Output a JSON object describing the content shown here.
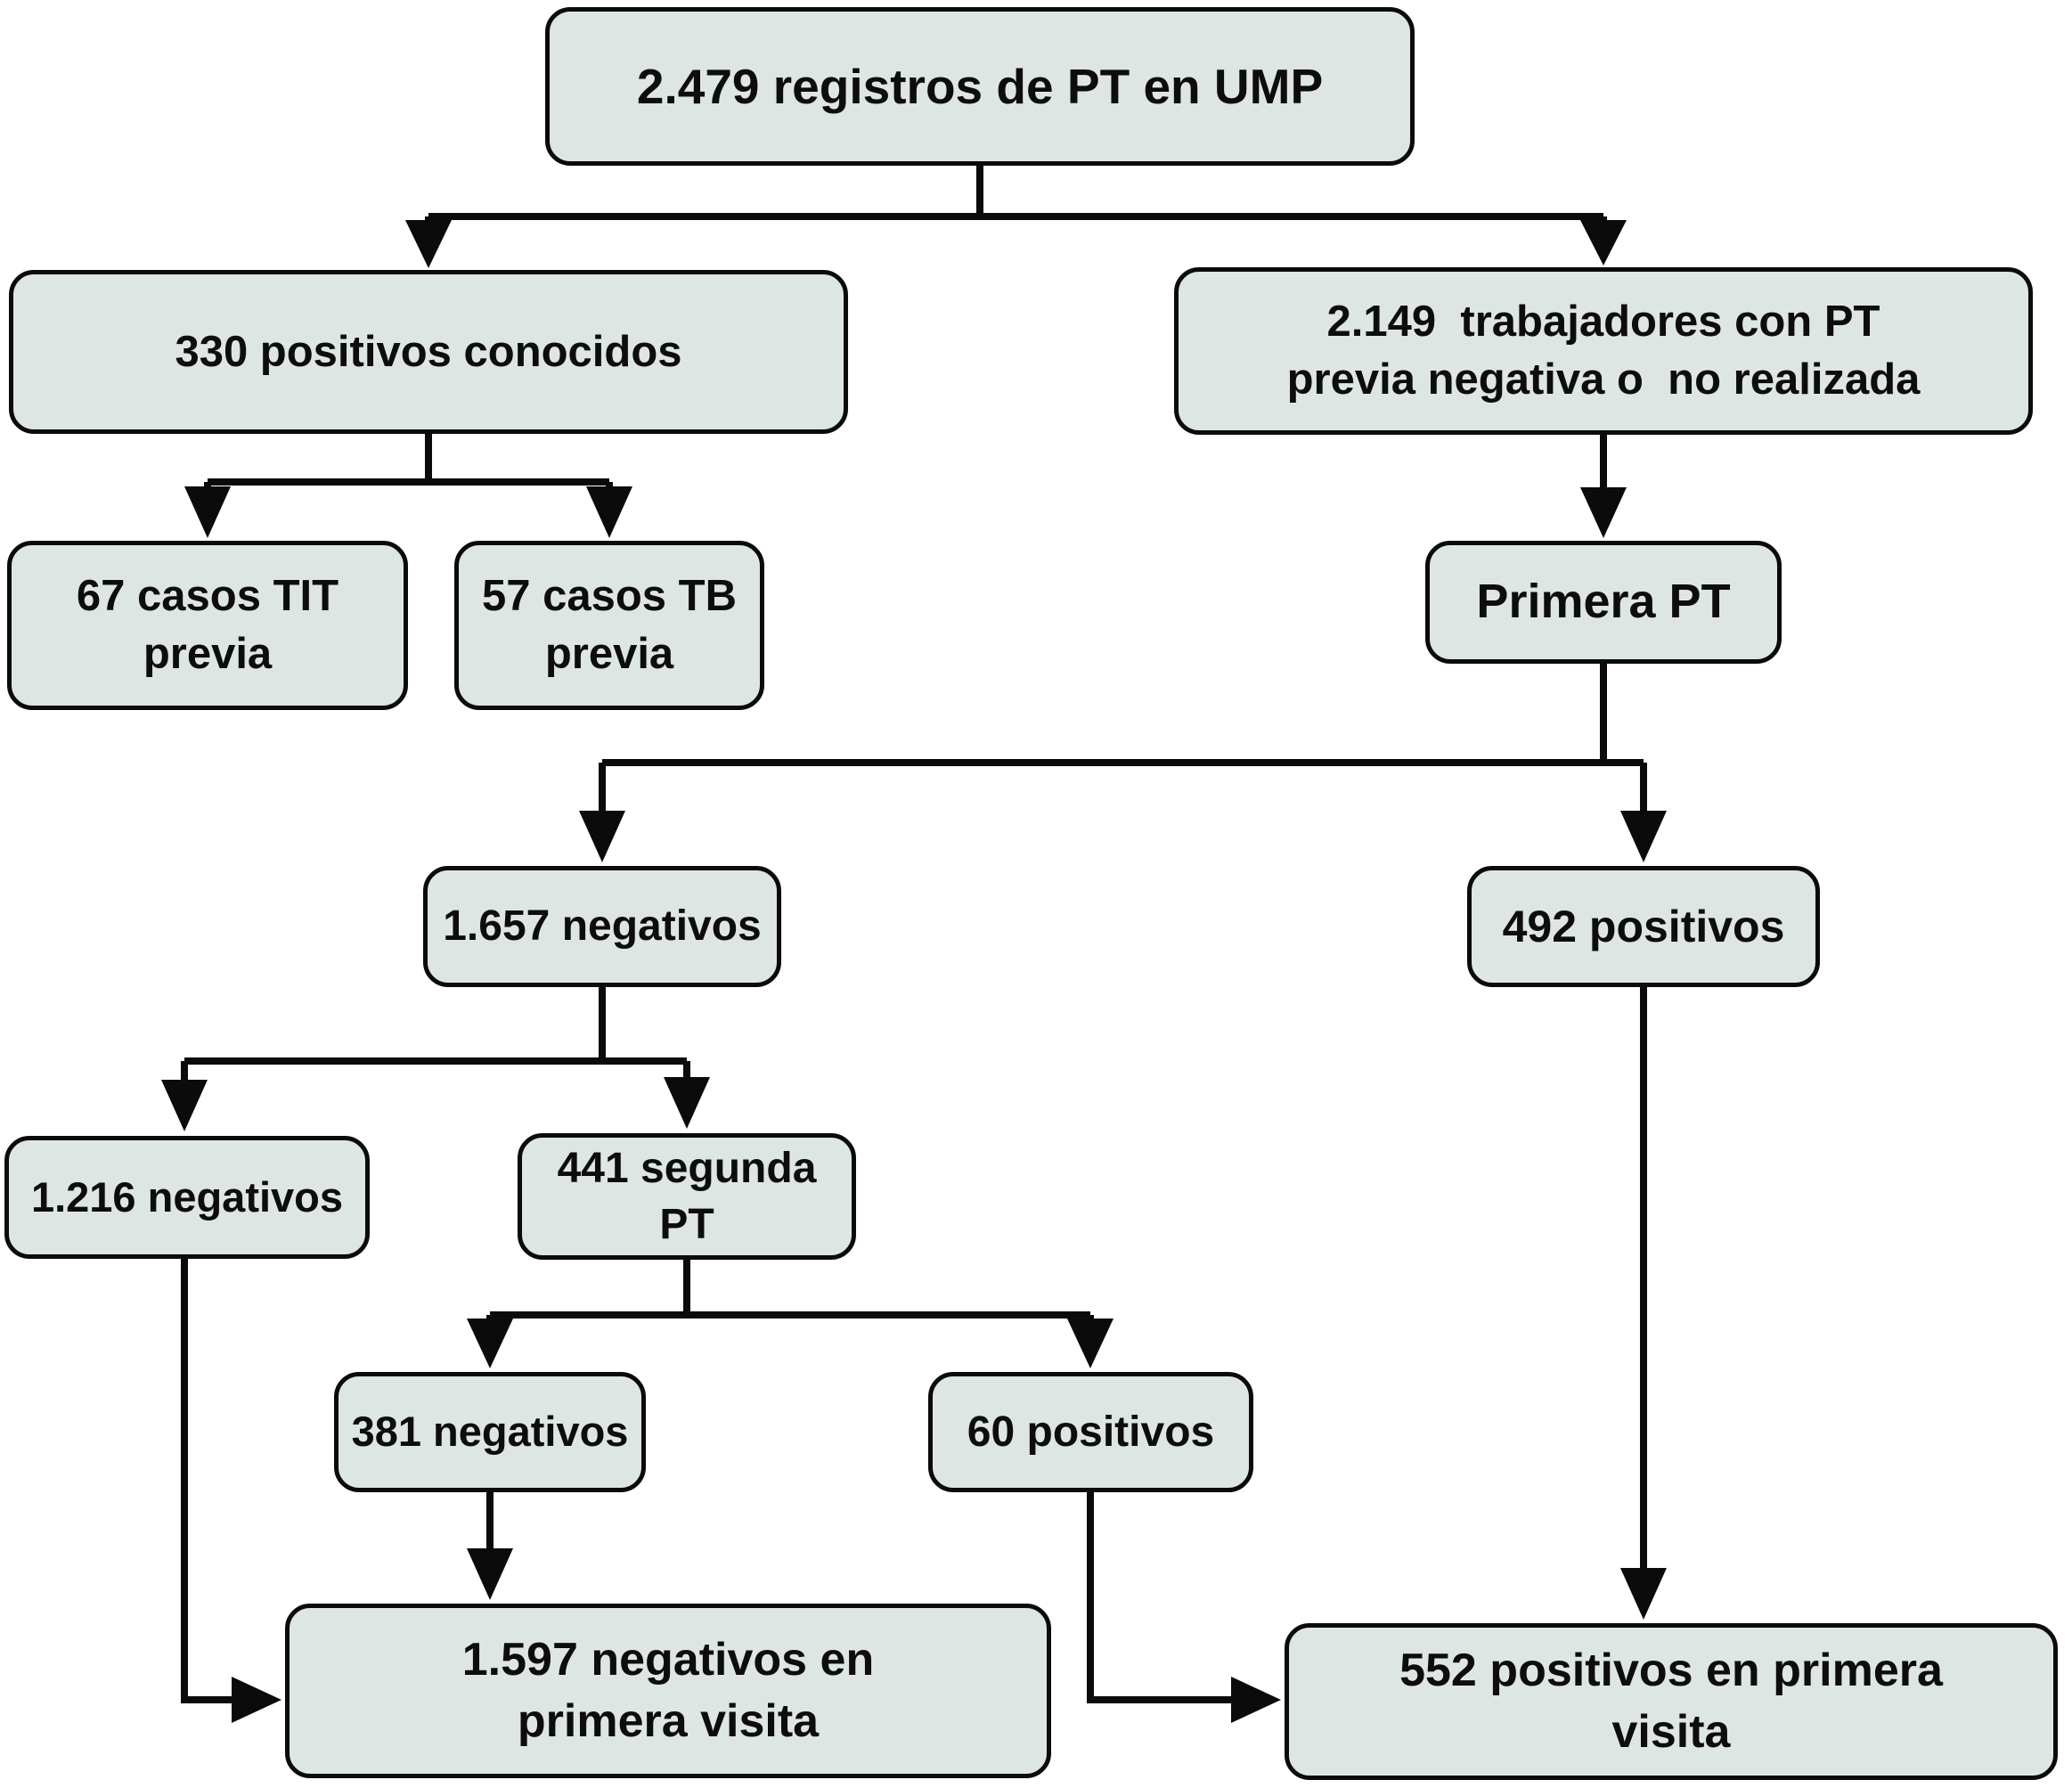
{
  "diagram": {
    "type": "flowchart",
    "background_color": "#ffffff",
    "box_fill_color": "#dee6e4",
    "box_border_color": "#0b0b0b",
    "connector_color": "#0b0b0b",
    "text_color": "#0d0d0d",
    "nodes": [
      {
        "id": "registros-ump",
        "label": "2.479 registros de PT en UMP"
      },
      {
        "id": "positivos-conocidos",
        "label": "330 positivos conocidos"
      },
      {
        "id": "trabajadores-pt-previa",
        "label": "2.149  trabajadores con PT\nprevia negativa o  no realizada"
      },
      {
        "id": "casos-tit-previa",
        "label": "67 casos TIT\nprevia"
      },
      {
        "id": "casos-tb-previa",
        "label": "57 casos TB\nprevia"
      },
      {
        "id": "primera-pt",
        "label": "Primera PT"
      },
      {
        "id": "negativos-1657",
        "label": "1.657 negativos"
      },
      {
        "id": "positivos-492",
        "label": "492 positivos"
      },
      {
        "id": "negativos-1216",
        "label": "1.216 negativos"
      },
      {
        "id": "segunda-pt-441",
        "label": "441 segunda PT"
      },
      {
        "id": "negativos-381",
        "label": "381 negativos"
      },
      {
        "id": "positivos-60",
        "label": "60 positivos"
      },
      {
        "id": "negativos-primera-visita-1597",
        "label": "1.597 negativos en\nprimera visita"
      },
      {
        "id": "positivos-primera-visita-552",
        "label": "552 positivos en primera\nvisita"
      }
    ],
    "edges": [
      "registros-ump -> positivos-conocidos",
      "registros-ump -> trabajadores-pt-previa",
      "positivos-conocidos -> casos-tit-previa",
      "positivos-conocidos -> casos-tb-previa",
      "trabajadores-pt-previa -> primera-pt",
      "primera-pt -> negativos-1657",
      "primera-pt -> positivos-492",
      "negativos-1657 -> negativos-1216",
      "negativos-1657 -> segunda-pt-441",
      "segunda-pt-441 -> negativos-381",
      "segunda-pt-441 -> positivos-60",
      "negativos-381 -> negativos-primera-visita-1597",
      "negativos-1216 -> negativos-primera-visita-1597",
      "positivos-60 -> positivos-primera-visita-552",
      "positivos-492 -> positivos-primera-visita-552"
    ]
  }
}
